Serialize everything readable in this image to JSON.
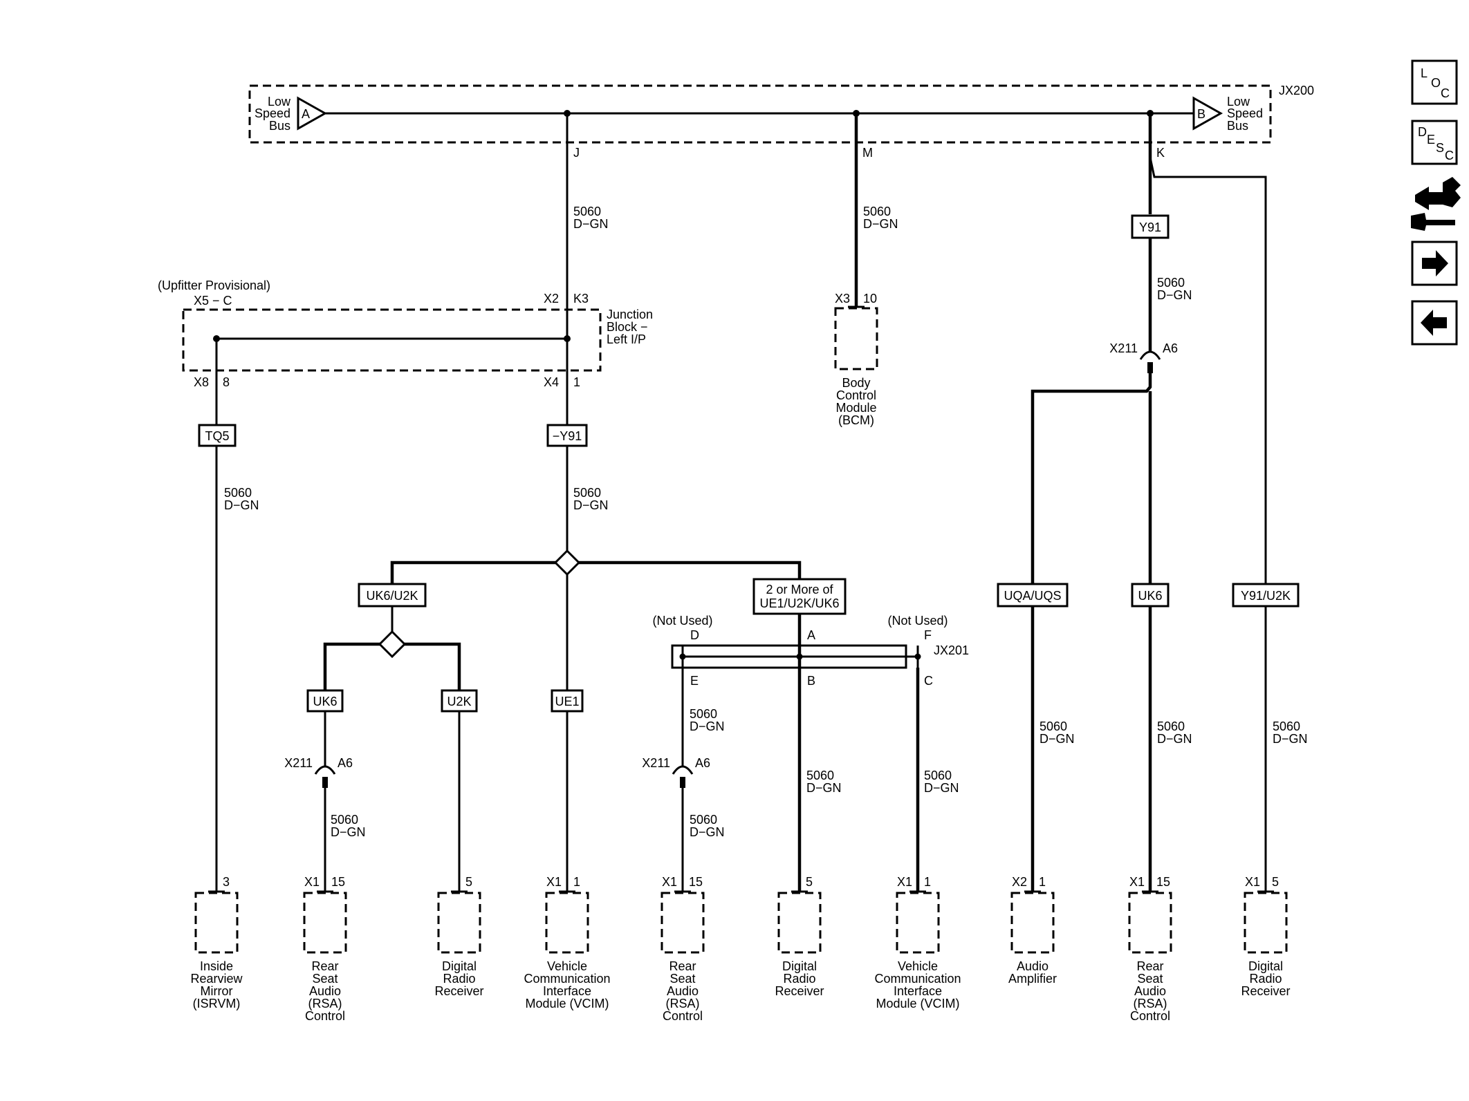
{
  "top_connector": "JX200",
  "bus_a": {
    "letter": "A",
    "lines": [
      "Low",
      "Speed",
      "Bus"
    ]
  },
  "bus_b": {
    "letter": "B",
    "lines": [
      "Low",
      "Speed",
      "Bus"
    ]
  },
  "pins_top": {
    "j": "J",
    "m": "M",
    "k": "K"
  },
  "wire_number": "5060",
  "wire_color": "D−GN",
  "upfitter": "(Upfitter Provisional)",
  "x5c": "X5 − C",
  "junction_block": {
    "x2": "X2",
    "k3": "K3",
    "x8": "X8",
    "p8": "8",
    "x4": "X4",
    "p1": "1",
    "lines": [
      "Junction",
      "Block −",
      "Left I/P"
    ]
  },
  "bcm": {
    "conn": "X3",
    "pin": "10",
    "lines": [
      "Body",
      "Control",
      "Module",
      "(BCM)"
    ]
  },
  "options": {
    "tq5": "TQ5",
    "ny91": "−Y91",
    "uk6u2k": "UK6/U2K",
    "uk6a": "UK6",
    "u2k": "U2K",
    "ue1": "UE1",
    "more": [
      "2 or More of",
      "UE1/U2K/UK6"
    ],
    "y91": "Y91",
    "uqa": "UQA/UQS",
    "uk6b": "UK6",
    "y91u2k": "Y91/U2K"
  },
  "x211": {
    "name": "X211",
    "pin": "A6"
  },
  "jx201": {
    "name": "JX201",
    "not_used": "(Not Used)",
    "d": "D",
    "a": "A",
    "f": "F",
    "e": "E",
    "b": "B",
    "c": "C"
  },
  "modules": [
    {
      "conn": "",
      "pin": "3",
      "lines": [
        "Inside",
        "Rearview",
        "Mirror",
        "(ISRVM)"
      ]
    },
    {
      "conn": "X1",
      "pin": "15",
      "lines": [
        "Rear",
        "Seat",
        "Audio",
        "(RSA)",
        "Control"
      ]
    },
    {
      "conn": "",
      "pin": "5",
      "lines": [
        "Digital",
        "Radio",
        "Receiver"
      ]
    },
    {
      "conn": "X1",
      "pin": "1",
      "lines": [
        "Vehicle",
        "Communication",
        "Interface",
        "Module (VCIM)"
      ]
    },
    {
      "conn": "X1",
      "pin": "15",
      "lines": [
        "Rear",
        "Seat",
        "Audio",
        "(RSA)",
        "Control"
      ]
    },
    {
      "conn": "",
      "pin": "5",
      "lines": [
        "Digital",
        "Radio",
        "Receiver"
      ]
    },
    {
      "conn": "X1",
      "pin": "1",
      "lines": [
        "Vehicle",
        "Communication",
        "Interface",
        "Module (VCIM)"
      ]
    },
    {
      "conn": "X2",
      "pin": "1",
      "lines": [
        "Audio",
        "Amplifier"
      ]
    },
    {
      "conn": "X1",
      "pin": "15",
      "lines": [
        "Rear",
        "Seat",
        "Audio",
        "(RSA)",
        "Control"
      ]
    },
    {
      "conn": "X1",
      "pin": "5",
      "lines": [
        "Digital",
        "Radio",
        "Receiver"
      ]
    }
  ],
  "nav": {
    "loc": [
      "L",
      "O",
      "C"
    ],
    "desc": [
      "D",
      "E",
      "S",
      "C"
    ]
  }
}
